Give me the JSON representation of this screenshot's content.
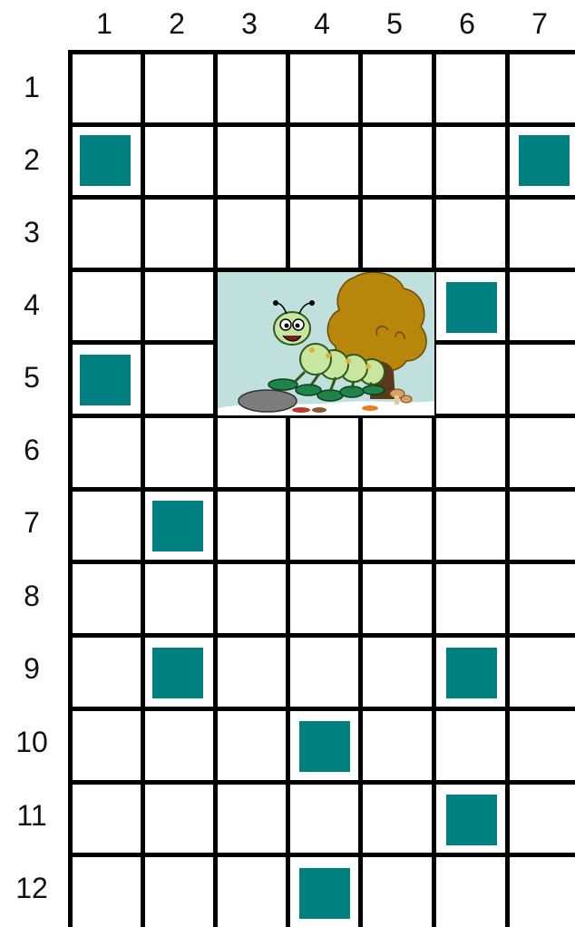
{
  "board": {
    "column_labels": [
      "1",
      "2",
      "3",
      "4",
      "5",
      "6",
      "7"
    ],
    "row_labels": [
      "1",
      "2",
      "3",
      "4",
      "5",
      "6",
      "7",
      "8",
      "9",
      "10",
      "11",
      "12"
    ],
    "square_color": "#008080",
    "grid_color": "#000000",
    "marked_cells": [
      {
        "row": 2,
        "col": 1
      },
      {
        "row": 2,
        "col": 7
      },
      {
        "row": 4,
        "col": 6
      },
      {
        "row": 5,
        "col": 1
      },
      {
        "row": 7,
        "col": 2
      },
      {
        "row": 9,
        "col": 2
      },
      {
        "row": 9,
        "col": 6
      },
      {
        "row": 10,
        "col": 4
      },
      {
        "row": 11,
        "col": 6
      },
      {
        "row": 12,
        "col": 4
      }
    ],
    "picture": {
      "icon": "caterpillar-illustration-icon",
      "rows": [
        4,
        5
      ],
      "cols": [
        3,
        4,
        5
      ]
    }
  }
}
